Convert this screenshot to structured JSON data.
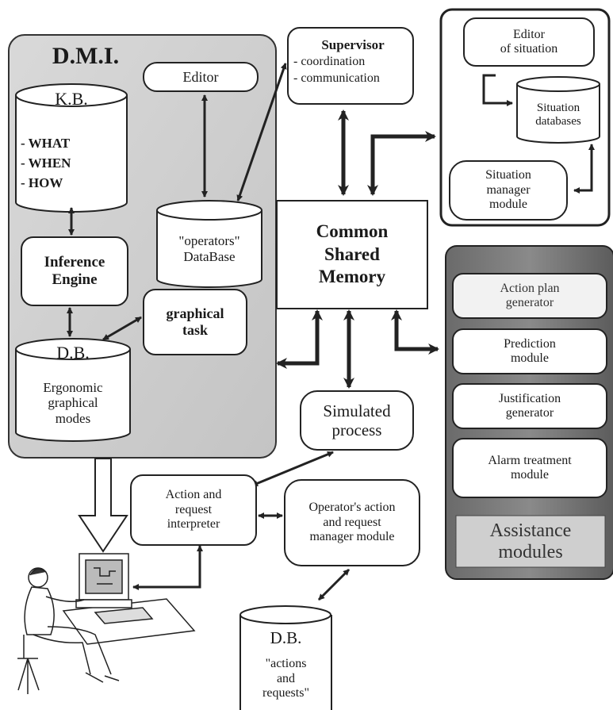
{
  "dmi": {
    "title": "D.M.I.",
    "editor": "Editor",
    "kb": {
      "title": "K.B.",
      "items": [
        "- WHAT",
        "- WHEN",
        "-  HOW"
      ]
    },
    "operators_db": "\"operators\"\nDataBase",
    "inference_engine": "Inference\nEngine",
    "graphical_task": "graphical\ntask",
    "db": {
      "title": "D.B.",
      "text": "Ergonomic\ngraphical\nmodes"
    }
  },
  "supervisor": {
    "title": "Supervisor",
    "items": [
      "- coordination",
      "- communication"
    ]
  },
  "situation": {
    "editor": "Editor\nof situation",
    "databases": "Situation\ndatabases",
    "manager": "Situation\nmanager\nmodule"
  },
  "memory": "Common\nShared\nMemory",
  "assistance": {
    "modules": [
      "Action plan\ngenerator",
      "Prediction\nmodule",
      "Justification\ngenerator",
      "Alarm  treatment\nmodule"
    ],
    "label": "Assistance\nmodules"
  },
  "simulated_process": "Simulated\nprocess",
  "interpreter": "Action and\nrequest\ninterpreter",
  "operator_manager": "Operator's action\nand request\nmanager module",
  "actions_db": {
    "title": "D.B.",
    "text": "\"actions\nand\nrequests\""
  },
  "icons": {
    "operator": "operator-at-workstation-icon"
  }
}
